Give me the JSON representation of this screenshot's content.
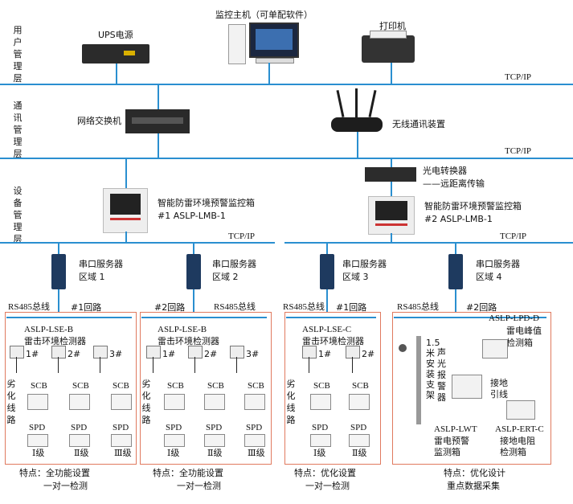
{
  "layers": {
    "user": "用户管理层",
    "comm": "通讯管理层",
    "device": "设备管理层"
  },
  "protocol": "TCP/IP",
  "user_layer": {
    "ups": "UPS电源",
    "monitor_host": "监控主机（可单配软件）",
    "printer": "打印机"
  },
  "comm_layer": {
    "switch": "网络交换机",
    "wireless": "无线通讯装置"
  },
  "device_layer": {
    "box1_title": "智能防雷环境预警监控箱",
    "box1_model": "#1 ASLP-LMB-1",
    "box2_title": "智能防雷环境预警监控箱",
    "box2_model": "#2 ASLP-LMB-1",
    "optical_converter": "光电转换器",
    "long_distance": "——远距离传输"
  },
  "zones": [
    {
      "server": "串口服务器",
      "area": "区域 1",
      "rs485": "RS485总线",
      "loop": "#1回路",
      "model": "ASLP-LSE-B",
      "detector": "雷击环境检测器",
      "sensors": [
        "1#",
        "2#",
        "3#"
      ],
      "vertical": "劣化线路",
      "scb": "SCB",
      "spd": "SPD",
      "levels": [
        "Ⅰ级",
        "Ⅱ级",
        "Ⅲ级"
      ],
      "feature": "特点：全功能设置",
      "feature2": "一对一检测"
    },
    {
      "server": "串口服务器",
      "area": "区域 2",
      "rs485": "RS485总线",
      "loop": "#2回路",
      "model": "ASLP-LSE-B",
      "detector": "雷击环境检测器",
      "sensors": [
        "1#",
        "2#",
        "3#"
      ],
      "vertical": "劣化线路",
      "scb": "SCB",
      "spd": "SPD",
      "levels": [
        "Ⅰ级",
        "Ⅱ级",
        "Ⅲ级"
      ],
      "feature": "特点：全功能设置",
      "feature2": "一对一检测"
    },
    {
      "server": "串口服务器",
      "area": "区域 3",
      "rs485": "RS485总线",
      "loop": "#1回路",
      "model": "ASLP-LSE-C",
      "detector": "雷击环境检测器",
      "sensors": [
        "1#",
        "2#"
      ],
      "vertical": "劣化线路",
      "scb": "SCB",
      "spd": "SPD",
      "levels": [
        "Ⅰ级",
        "Ⅱ级"
      ],
      "feature": "特点：优化设置",
      "feature2": "一对一检测"
    },
    {
      "server": "串口服务器",
      "area": "区域 4",
      "rs485": "RS485总线",
      "loop": "#2回路",
      "lpd_model": "ASLP-LPD-D",
      "lpd_name": "雷电峰值检测箱",
      "install": "1.5米安装支架",
      "alarm": "声光报警器",
      "ground_wire": "接地引线",
      "lwt_model": "ASLP-LWT",
      "lwt_name1": "雷电预警",
      "lwt_name2": "监测箱",
      "ert_model": "ASLP-ERT-C",
      "ert_name1": "接地电阻",
      "ert_name2": "检测箱",
      "feature": "特点：优化设计",
      "feature2": "重点数据采集"
    }
  ]
}
